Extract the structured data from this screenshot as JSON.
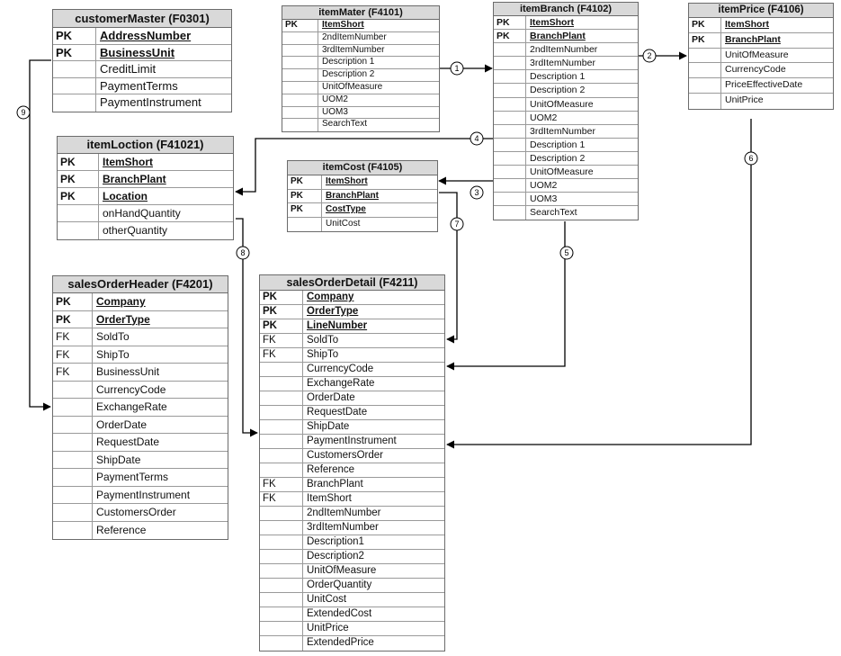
{
  "colors": {
    "header_bg": "#d9d9d9",
    "line": "#000000",
    "border": "#6b6b6b"
  },
  "tables": [
    {
      "id": "customer-master",
      "title": "customerMaster (F0301)",
      "fields": [
        {
          "key": "PK",
          "name": "AddressNumber",
          "pk": true
        },
        {
          "key": "PK",
          "name": "BusinessUnit",
          "pk": true
        },
        {
          "key": "",
          "name": "CreditLimit"
        },
        {
          "key": "",
          "name": "PaymentTerms"
        },
        {
          "key": "",
          "name": "PaymentInstrument"
        }
      ]
    },
    {
      "id": "item-mater",
      "title": "itemMater (F4101)",
      "fields": [
        {
          "key": "PK",
          "name": "ItemShort",
          "pk": true
        },
        {
          "key": "",
          "name": "2ndItemNumber"
        },
        {
          "key": "",
          "name": "3rdItemNumber"
        },
        {
          "key": "",
          "name": "Description 1"
        },
        {
          "key": "",
          "name": "Description 2"
        },
        {
          "key": "",
          "name": "UnitOfMeasure"
        },
        {
          "key": "",
          "name": "UOM2"
        },
        {
          "key": "",
          "name": "UOM3"
        },
        {
          "key": "",
          "name": "SearchText"
        }
      ]
    },
    {
      "id": "item-branch",
      "title": "itemBranch (F4102)",
      "fields": [
        {
          "key": "PK",
          "name": "ItemShort",
          "pk": true
        },
        {
          "key": "PK",
          "name": "BranchPlant",
          "pk": true
        },
        {
          "key": "",
          "name": "2ndItemNumber"
        },
        {
          "key": "",
          "name": "3rdItemNumber"
        },
        {
          "key": "",
          "name": "Description 1"
        },
        {
          "key": "",
          "name": "Description 2"
        },
        {
          "key": "",
          "name": "UnitOfMeasure"
        },
        {
          "key": "",
          "name": "UOM2"
        },
        {
          "key": "",
          "name": "3rdItemNumber"
        },
        {
          "key": "",
          "name": "Description 1"
        },
        {
          "key": "",
          "name": "Description 2"
        },
        {
          "key": "",
          "name": "UnitOfMeasure"
        },
        {
          "key": "",
          "name": "UOM2"
        },
        {
          "key": "",
          "name": "UOM3"
        },
        {
          "key": "",
          "name": "SearchText"
        }
      ]
    },
    {
      "id": "item-price",
      "title": "itemPrice (F4106)",
      "fields": [
        {
          "key": "PK",
          "name": "ItemShort",
          "pk": true
        },
        {
          "key": "PK",
          "name": "BranchPlant",
          "pk": true
        },
        {
          "key": "",
          "name": "UnitOfMeasure"
        },
        {
          "key": "",
          "name": "CurrencyCode"
        },
        {
          "key": "",
          "name": "PriceEffectiveDate"
        },
        {
          "key": "",
          "name": "UnitPrice"
        }
      ]
    },
    {
      "id": "item-location",
      "title": "itemLoction (F41021)",
      "fields": [
        {
          "key": "PK",
          "name": "ItemShort",
          "pk": true
        },
        {
          "key": "PK",
          "name": "BranchPlant",
          "pk": true
        },
        {
          "key": "PK",
          "name": "Location",
          "pk": true
        },
        {
          "key": "",
          "name": "onHandQuantity"
        },
        {
          "key": "",
          "name": "otherQuantity"
        }
      ]
    },
    {
      "id": "item-cost",
      "title": "itemCost (F4105)",
      "fields": [
        {
          "key": "PK",
          "name": "ItemShort",
          "pk": true
        },
        {
          "key": "PK",
          "name": "BranchPlant",
          "pk": true
        },
        {
          "key": "PK",
          "name": "CostType",
          "pk": true
        },
        {
          "key": "",
          "name": "UnitCost"
        }
      ]
    },
    {
      "id": "sales-order-header",
      "title": "salesOrderHeader (F4201)",
      "fields": [
        {
          "key": "PK",
          "name": "Company",
          "pk": true
        },
        {
          "key": "PK",
          "name": "OrderType",
          "pk": true
        },
        {
          "key": "FK",
          "name": "SoldTo"
        },
        {
          "key": "FK",
          "name": "ShipTo"
        },
        {
          "key": "FK",
          "name": "BusinessUnit"
        },
        {
          "key": "",
          "name": "CurrencyCode"
        },
        {
          "key": "",
          "name": "ExchangeRate"
        },
        {
          "key": "",
          "name": "OrderDate"
        },
        {
          "key": "",
          "name": "RequestDate"
        },
        {
          "key": "",
          "name": "ShipDate"
        },
        {
          "key": "",
          "name": "PaymentTerms"
        },
        {
          "key": "",
          "name": "PaymentInstrument"
        },
        {
          "key": "",
          "name": "CustomersOrder"
        },
        {
          "key": "",
          "name": "Reference"
        }
      ]
    },
    {
      "id": "sales-order-detail",
      "title": "salesOrderDetail (F4211)",
      "fields": [
        {
          "key": "PK",
          "name": "Company",
          "pk": true
        },
        {
          "key": "PK",
          "name": "OrderType",
          "pk": true
        },
        {
          "key": "PK",
          "name": "LineNumber",
          "pk": true
        },
        {
          "key": "FK",
          "name": "SoldTo"
        },
        {
          "key": "FK",
          "name": "ShipTo"
        },
        {
          "key": "",
          "name": "CurrencyCode"
        },
        {
          "key": "",
          "name": "ExchangeRate"
        },
        {
          "key": "",
          "name": "OrderDate"
        },
        {
          "key": "",
          "name": "RequestDate"
        },
        {
          "key": "",
          "name": "ShipDate"
        },
        {
          "key": "",
          "name": "PaymentInstrument"
        },
        {
          "key": "",
          "name": "CustomersOrder"
        },
        {
          "key": "",
          "name": "Reference"
        },
        {
          "key": "FK",
          "name": "BranchPlant"
        },
        {
          "key": "FK",
          "name": "ItemShort"
        },
        {
          "key": "",
          "name": "2ndItemNumber"
        },
        {
          "key": "",
          "name": "3rdItemNumber"
        },
        {
          "key": "",
          "name": "Description1"
        },
        {
          "key": "",
          "name": "Description2"
        },
        {
          "key": "",
          "name": "UnitOfMeasure"
        },
        {
          "key": "",
          "name": "OrderQuantity"
        },
        {
          "key": "",
          "name": "UnitCost"
        },
        {
          "key": "",
          "name": "ExtendedCost"
        },
        {
          "key": "",
          "name": "UnitPrice"
        },
        {
          "key": "",
          "name": "ExtendedPrice"
        }
      ]
    }
  ],
  "relationships": [
    {
      "id": "rel-1",
      "label": "1"
    },
    {
      "id": "rel-2",
      "label": "2"
    },
    {
      "id": "rel-3",
      "label": "3"
    },
    {
      "id": "rel-4",
      "label": "4"
    },
    {
      "id": "rel-5",
      "label": "5"
    },
    {
      "id": "rel-6",
      "label": "6"
    },
    {
      "id": "rel-7",
      "label": "7"
    },
    {
      "id": "rel-8",
      "label": "8"
    },
    {
      "id": "rel-9",
      "label": "9"
    }
  ]
}
